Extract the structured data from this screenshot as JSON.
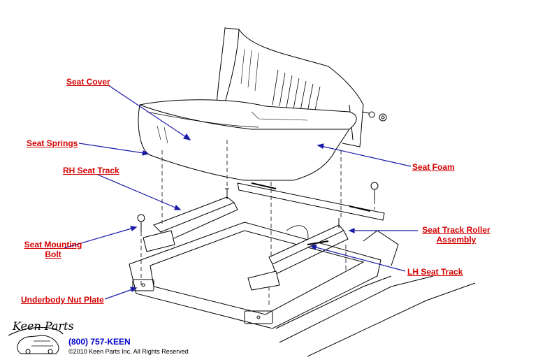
{
  "labels": {
    "seat_cover": "Seat Cover",
    "seat_springs": "Seat Springs",
    "rh_seat_track": "RH Seat Track",
    "seat_mounting_bolt_line1": "Seat Mounting",
    "seat_mounting_bolt_line2": "Bolt",
    "underbody_nut_plate": "Underbody Nut Plate",
    "seat_foam": "Seat Foam",
    "seat_track_roller_line1": "Seat Track Roller",
    "seat_track_roller_line2": "Assembly",
    "lh_seat_track": "LH Seat Track"
  },
  "footer": {
    "logo_text": "Keen Parts",
    "phone": "(800) 757-KEEN",
    "copyright": "©2010 Keen Parts Inc. All Rights Reserved"
  },
  "colors": {
    "label": "#d40000",
    "leader": "#1a1aa8",
    "phone": "#0000cc",
    "line_art": "#000000"
  }
}
